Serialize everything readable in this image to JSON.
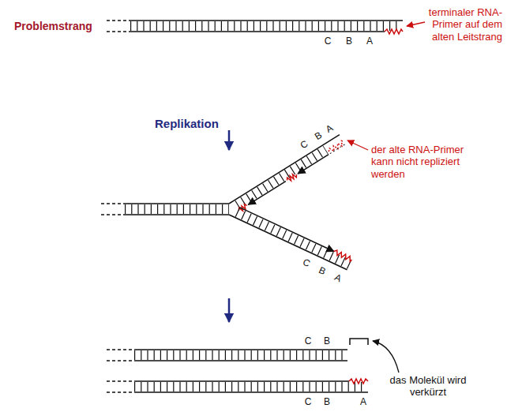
{
  "diagram": {
    "labels": [
      "terminaler RNA-Primer auf dem alten Leitstrang",
      "Problemstrang",
      "C",
      "B",
      "A",
      "Replikation",
      "der alte RNA-Primer kann nicht repliziert werden",
      "C",
      "B",
      "A",
      "C",
      "B",
      "A",
      "das Molekül wird verkürzt",
      "C",
      "B",
      "C",
      "B",
      "A"
    ]
  }
}
